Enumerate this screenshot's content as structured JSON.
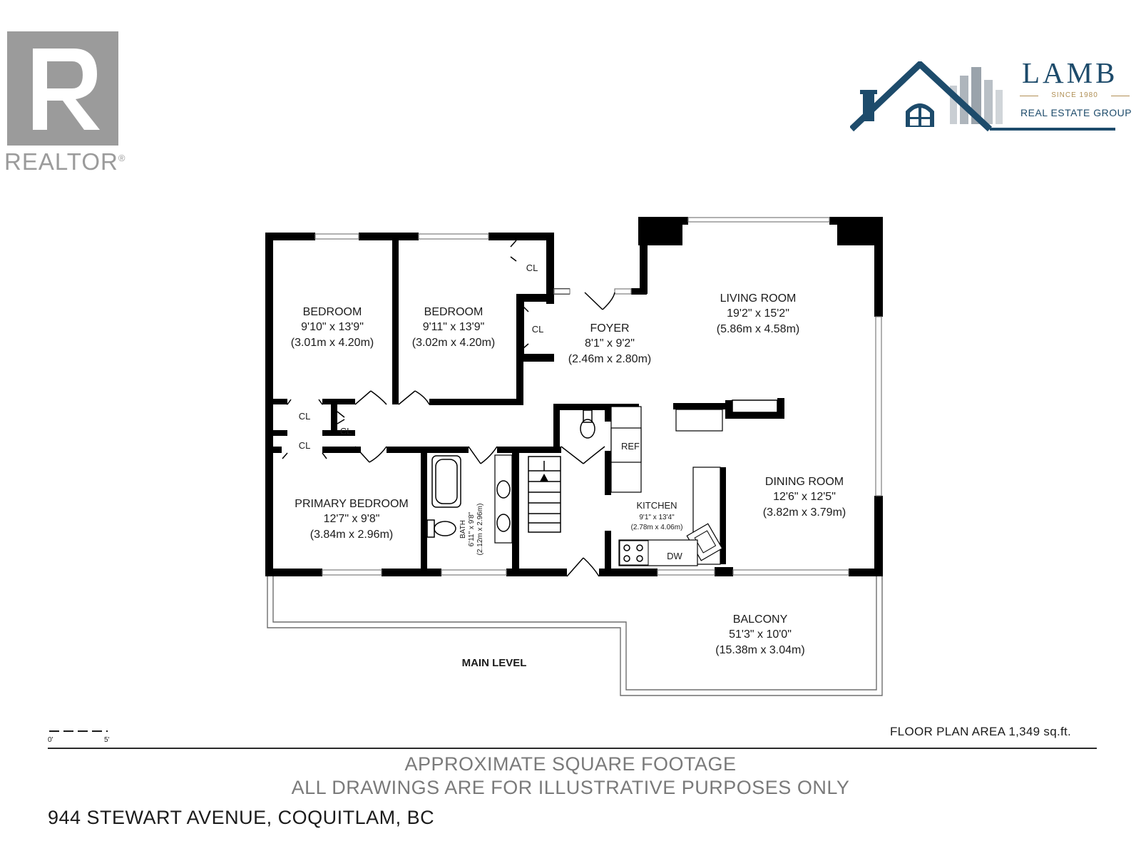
{
  "branding": {
    "realtor_word": "REALTOR",
    "realtor_reg": "®",
    "realtor_color": "#9b9b9b",
    "lamb_name": "LAMB",
    "lamb_since": "SINCE 1980",
    "lamb_subtitle": "REAL ESTATE GROUP",
    "lamb_color": "#1d4b6b",
    "lamb_accent": "#b08f55"
  },
  "rooms": {
    "bedroom_1": {
      "name": "BEDROOM",
      "imperial": "9'10\" x 13'9\"",
      "metric": "(3.01m x 4.20m)"
    },
    "bedroom_2": {
      "name": "BEDROOM",
      "imperial": "9'11\" x 13'9\"",
      "metric": "(3.02m x 4.20m)"
    },
    "foyer": {
      "name": "FOYER",
      "imperial": "8'1\" x 9'2\"",
      "metric": "(2.46m x 2.80m)"
    },
    "living": {
      "name": "LIVING ROOM",
      "imperial": "19'2\" x 15'2\"",
      "metric": "(5.86m x 4.58m)"
    },
    "primary": {
      "name": "PRIMARY BEDROOM",
      "imperial": "12'7\" x 9'8\"",
      "metric": "(3.84m x 2.96m)"
    },
    "bath": {
      "name": "BATH",
      "imperial": "6'11\" x 9'8\"",
      "metric": "(2.12m x 2.96m)"
    },
    "kitchen": {
      "name": "KITCHEN",
      "imperial": "9'1\" x 13'4\"",
      "metric": "(2.78m x 4.06m)"
    },
    "dining": {
      "name": "DINING ROOM",
      "imperial": "12'6\" x 12'5\"",
      "metric": "(3.82m x 3.79m)"
    },
    "balcony": {
      "name": "BALCONY",
      "imperial": "51'3\" x 10'0\"",
      "metric": "(15.38m x 3.04m)"
    }
  },
  "fixtures": {
    "closet": "CL",
    "refrigerator": "REF",
    "dishwasher": "DW"
  },
  "level_name": "MAIN LEVEL",
  "scale": {
    "start": "0'",
    "end": "5'"
  },
  "floor_area": "FLOOR PLAN AREA 1,349 sq.ft.",
  "disclaimer": {
    "line1": "APPROXIMATE SQUARE FOOTAGE",
    "line2": "ALL DRAWINGS ARE FOR ILLUSTRATIVE PURPOSES ONLY"
  },
  "address": "944 STEWART AVENUE, COQUITLAM, BC"
}
